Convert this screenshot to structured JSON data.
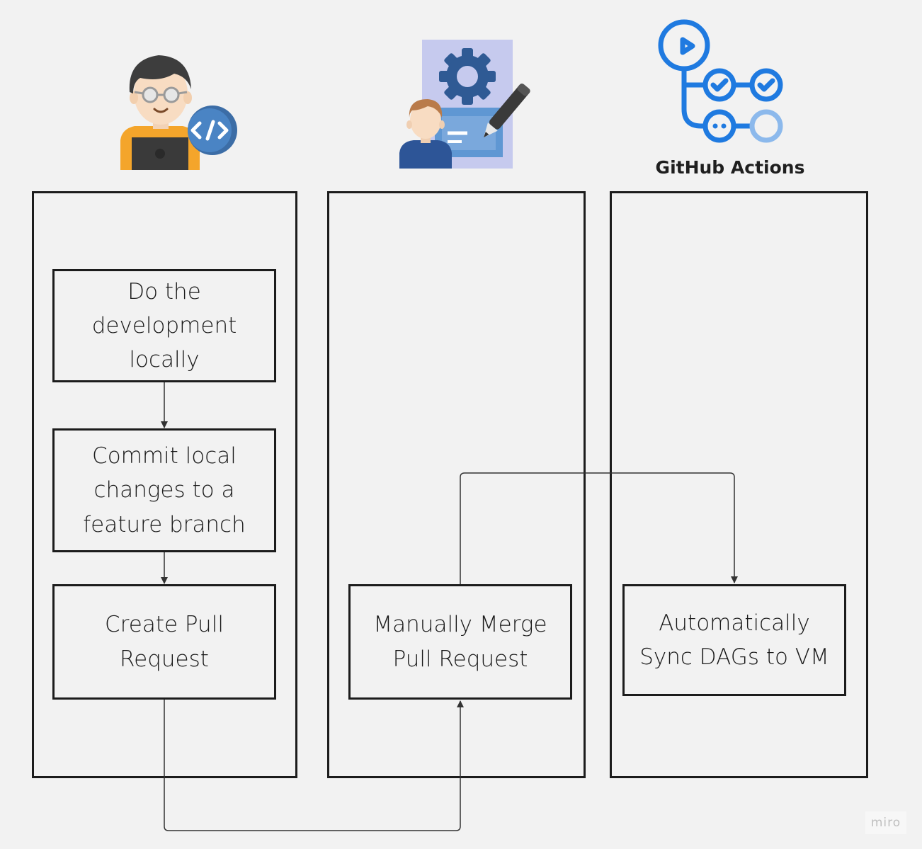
{
  "icons": {
    "developer": "developer-coding-icon",
    "reviewer": "reviewer-settings-icon",
    "actions": "github-actions-icon"
  },
  "lanes": {
    "actions_label": "GitHub Actions"
  },
  "nodes": {
    "develop": [
      "Do the",
      "development",
      "locally"
    ],
    "commit": [
      "Commit local",
      "changes to a",
      "feature branch"
    ],
    "create_pr": [
      "Create Pull",
      "Request"
    ],
    "merge_pr": [
      "Manually Merge",
      "Pull Request"
    ],
    "sync": [
      "Automatically",
      "Sync DAGs to VM"
    ]
  },
  "watermark": "miro",
  "colors": {
    "background": "#f2f2f2",
    "stroke": "#1c1c1c",
    "actions_blue": "#1f7ae0"
  }
}
